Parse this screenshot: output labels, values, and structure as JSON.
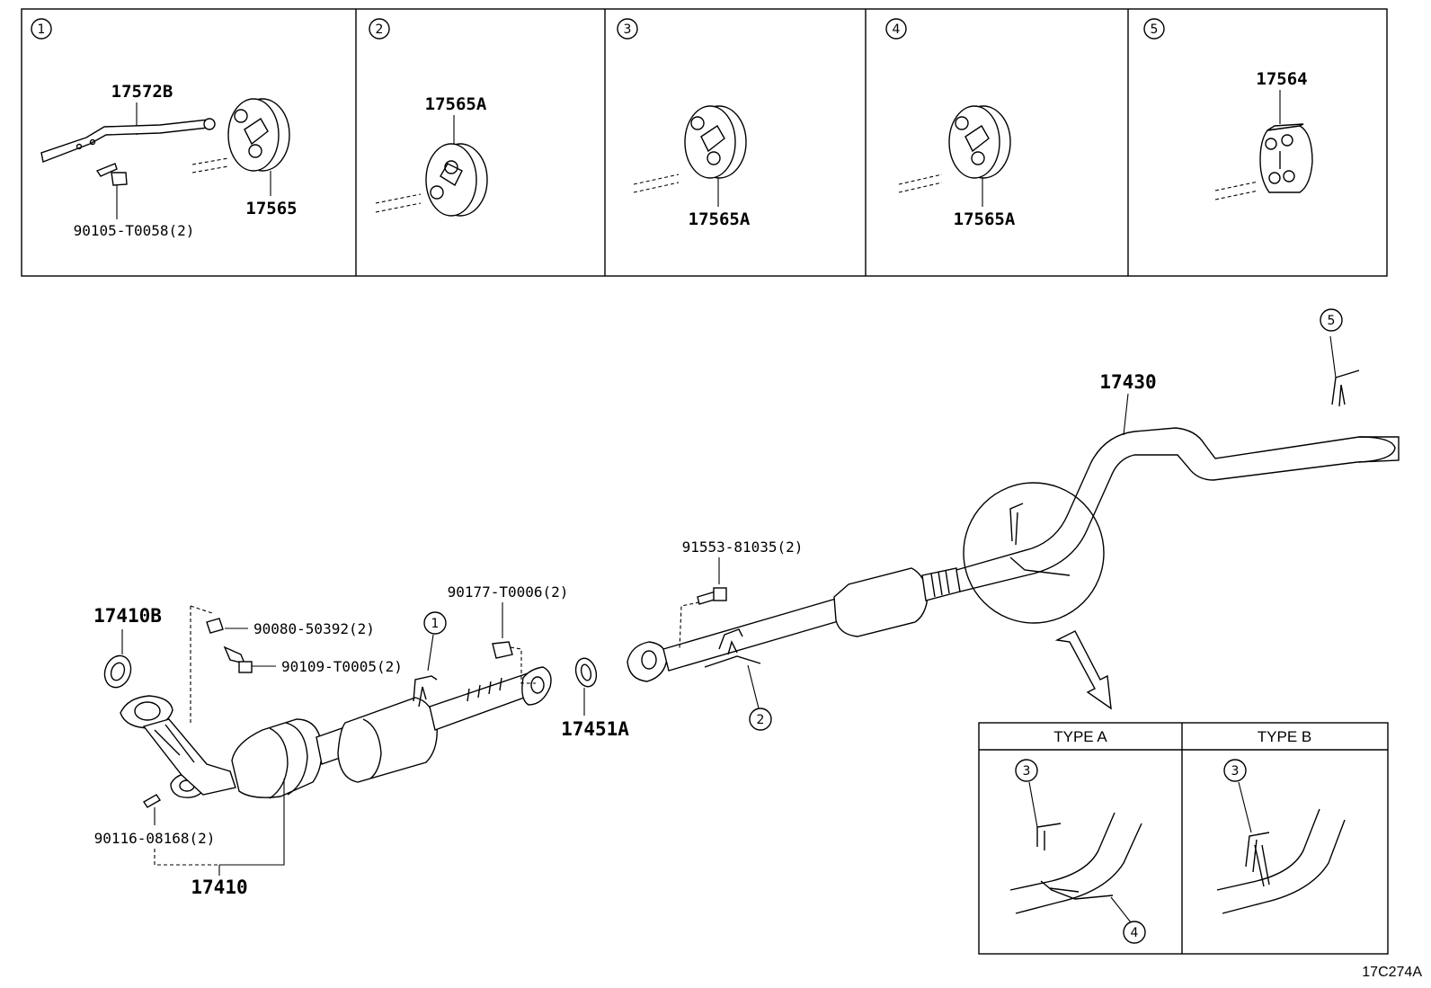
{
  "panels": [
    {
      "num": "1",
      "parts": [
        "17572B",
        "17565",
        "90105-T0058(2)"
      ]
    },
    {
      "num": "2",
      "parts": [
        "17565A"
      ]
    },
    {
      "num": "3",
      "parts": [
        "17565A"
      ]
    },
    {
      "num": "4",
      "parts": [
        "17565A"
      ]
    },
    {
      "num": "5",
      "parts": [
        "17564"
      ]
    }
  ],
  "main": {
    "gasket_front": "17410B",
    "stud_nut": "90080-50392(2)",
    "bolt_front": "90109-T0005(2)",
    "nut_mid": "90177-T0006(2)",
    "gasket_center": "17451A",
    "bolt_center": "91553-81035(2)",
    "tail_pipe": "17430",
    "stud_lower": "90116-08168(2)",
    "front_pipe": "17410",
    "callouts": [
      "1",
      "2",
      "5"
    ]
  },
  "types": {
    "type_a": "TYPE A",
    "type_b": "TYPE B",
    "callouts": [
      "3",
      "4",
      "3"
    ]
  },
  "diagram_code": "17C274A"
}
